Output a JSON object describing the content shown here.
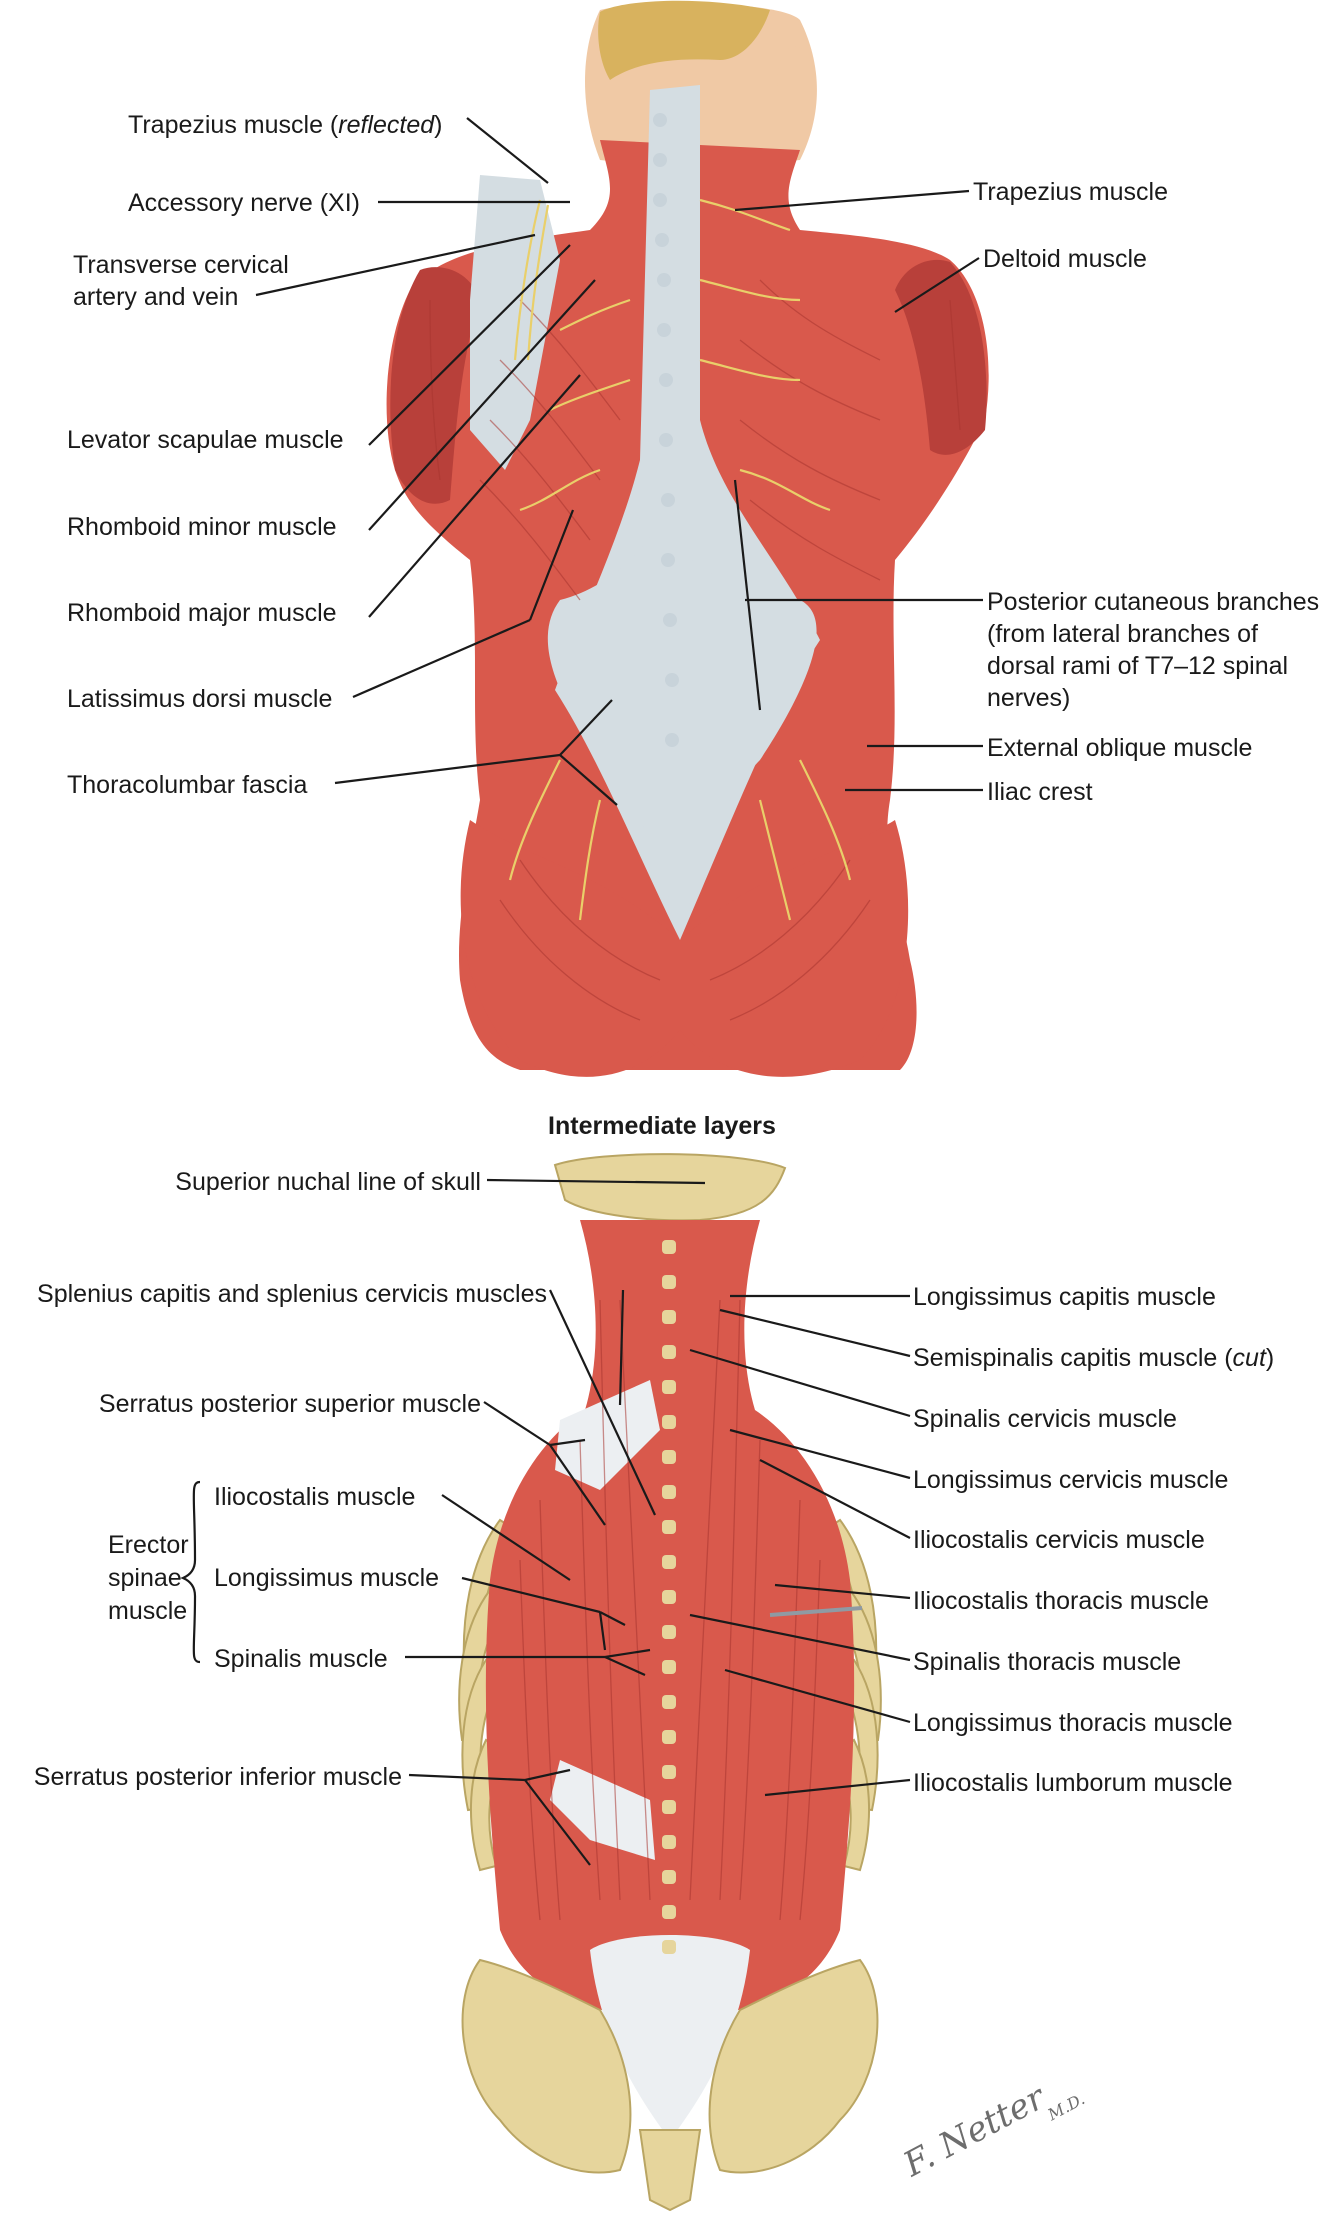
{
  "upper_labels_left": [
    {
      "parts": [
        {
          "t": "Trapezius muscle ("
        },
        {
          "t": "reflected",
          "i": true
        },
        {
          "t": ")"
        }
      ]
    },
    {
      "parts": [
        {
          "t": "Accessory nerve (XI)"
        }
      ]
    },
    {
      "parts": [
        {
          "t": "Transverse cervical"
        }
      ]
    },
    {
      "parts": [
        {
          "t": "artery and vein"
        }
      ]
    },
    {
      "parts": [
        {
          "t": "Levator scapulae muscle"
        }
      ]
    },
    {
      "parts": [
        {
          "t": "Rhomboid minor muscle"
        }
      ]
    },
    {
      "parts": [
        {
          "t": "Rhomboid major muscle"
        }
      ]
    },
    {
      "parts": [
        {
          "t": "Latissimus dorsi muscle"
        }
      ]
    },
    {
      "parts": [
        {
          "t": "Thoracolumbar fascia"
        }
      ]
    }
  ],
  "upper_labels_right": [
    "Trapezius muscle",
    "Deltoid muscle",
    "Posterior cutaneous branches",
    "(from lateral branches of",
    "dorsal rami of T7–12 spinal",
    "nerves)",
    "External oblique muscle",
    "Iliac crest"
  ],
  "section_title": "Intermediate layers",
  "lower_labels_left": [
    "Superior nuchal line of skull",
    "Splenius capitis and splenius cervicis muscles",
    "Serratus posterior superior muscle",
    "Iliocostalis muscle",
    "Longissimus muscle",
    "Spinalis muscle",
    "Serratus posterior inferior muscle"
  ],
  "erector_group": [
    "Erector",
    "spinae",
    "muscle"
  ],
  "lower_labels_right": [
    {
      "parts": [
        {
          "t": "Longissimus capitis muscle"
        }
      ]
    },
    {
      "parts": [
        {
          "t": "Semispinalis capitis muscle ("
        },
        {
          "t": "cut",
          "i": true
        },
        {
          "t": ")"
        }
      ]
    },
    {
      "parts": [
        {
          "t": "Spinalis cervicis muscle"
        }
      ]
    },
    {
      "parts": [
        {
          "t": "Longissimus cervicis muscle"
        }
      ]
    },
    {
      "parts": [
        {
          "t": "Iliocostalis cervicis muscle"
        }
      ]
    },
    {
      "parts": [
        {
          "t": "Iliocostalis thoracis muscle"
        }
      ]
    },
    {
      "parts": [
        {
          "t": "Spinalis thoracis muscle"
        }
      ]
    },
    {
      "parts": [
        {
          "t": "Longissimus thoracis muscle"
        }
      ]
    },
    {
      "parts": [
        {
          "t": "Iliocostalis lumborum muscle"
        }
      ]
    }
  ],
  "signature": "F. Netter M.D.",
  "colors": {
    "muscle": "#d9594c",
    "fascia": "#d4dde2",
    "bone": "#e6d59c",
    "nerve": "#e9cf6a",
    "text": "#1a1a1a"
  }
}
